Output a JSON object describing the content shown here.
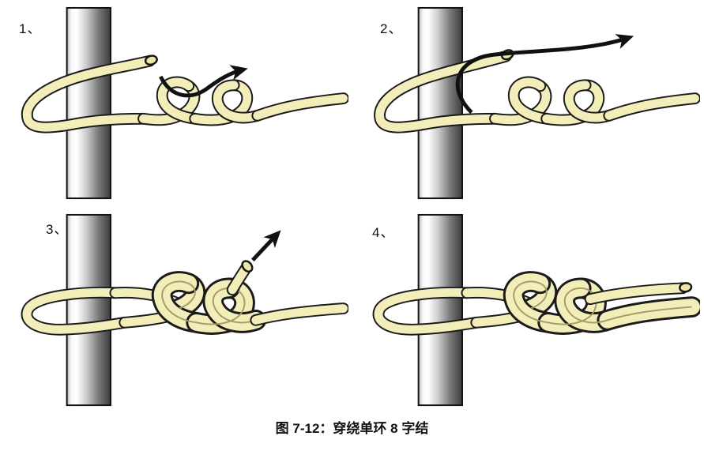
{
  "figure": {
    "caption": "图 7-12：穿绕单环 8 字结",
    "steps": [
      {
        "label": "1、"
      },
      {
        "label": "2、"
      },
      {
        "label": "3、"
      },
      {
        "label": "4、"
      }
    ]
  },
  "colors": {
    "background": "#ffffff",
    "rope_fill": "#f3eeb9",
    "rope_outline": "#1b1b1b",
    "rope_seam": "#a39d66",
    "pole_highlight": "#ffffff",
    "pole_shadow": "#3c3c3c",
    "arrow": "#111111",
    "text": "#111111"
  }
}
